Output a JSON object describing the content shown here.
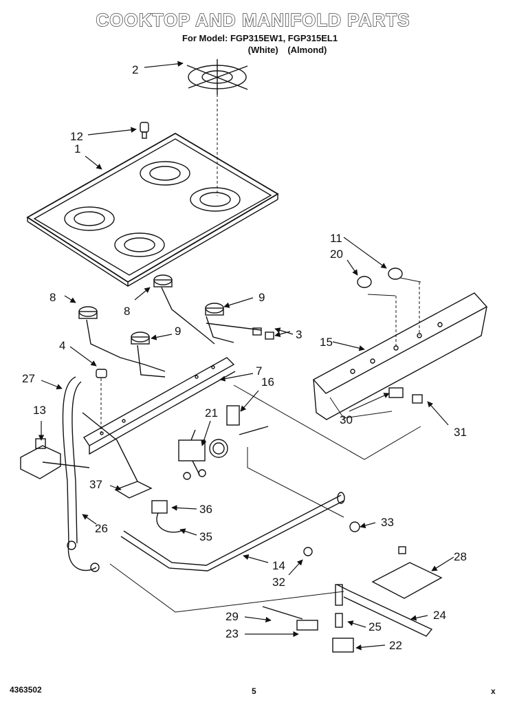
{
  "header": {
    "title": "COOKTOP AND MANIFOLD PARTS",
    "model_line": "For Model: FGP315EW1, FGP315EL1",
    "color_variants": [
      "(White)",
      "(Almond)"
    ]
  },
  "callouts": {
    "c1": "1",
    "c2": "2",
    "c3": "3",
    "c4": "4",
    "c7": "7",
    "c8a": "8",
    "c8b": "8",
    "c9a": "9",
    "c9b": "9",
    "c11": "11",
    "c12": "12",
    "c13": "13",
    "c14": "14",
    "c15": "15",
    "c16": "16",
    "c20": "20",
    "c21": "21",
    "c22": "22",
    "c23": "23",
    "c24": "24",
    "c25": "25",
    "c26": "26",
    "c27": "27",
    "c28": "28",
    "c29": "29",
    "c30": "30",
    "c31": "31",
    "c32": "32",
    "c33": "33",
    "c35": "35",
    "c36": "36",
    "c37": "37"
  },
  "footer": {
    "doc_number": "4363502",
    "page_number": "5",
    "mark": "x"
  }
}
